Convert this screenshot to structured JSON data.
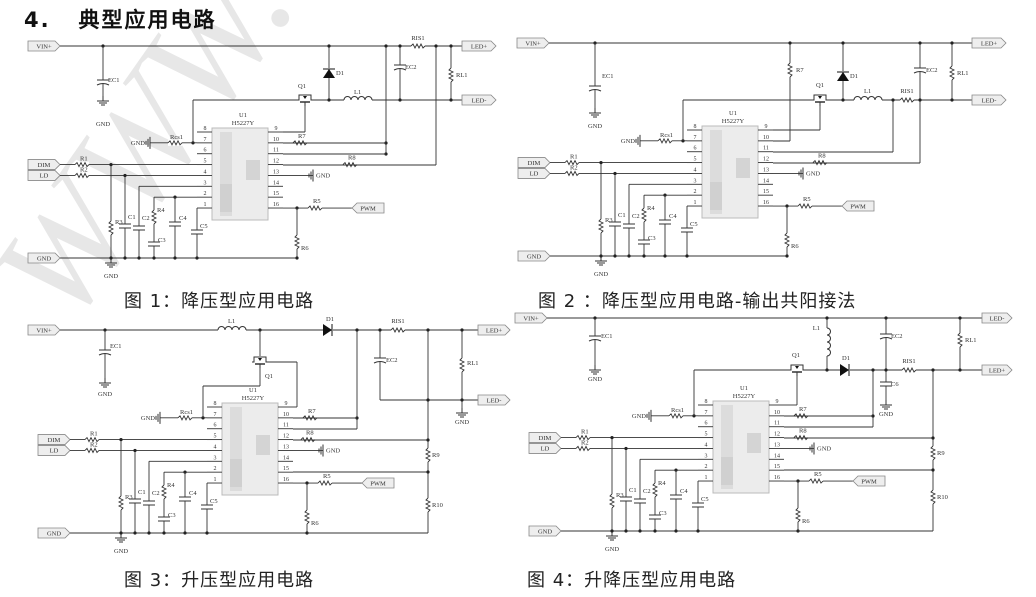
{
  "title": "4.   典型应用电路",
  "watermark": "WWW.lrxc",
  "figures": [
    {
      "caption": "图 1：降压型应用电路"
    },
    {
      "caption": "图 2 ：降压型应用电路-输出共阳接法"
    },
    {
      "caption": "图 3：升压型应用电路"
    },
    {
      "caption": "图 4：升降压型应用电路"
    }
  ],
  "labels": {
    "vin": "VIN+",
    "led_pos": "LED+",
    "led_neg": "LED-",
    "gnd": "GND",
    "dim": "DIM",
    "ld": "LD",
    "pwm": "PWM",
    "u1": "U1",
    "ic": "H5227Y",
    "ec1": "EC1",
    "ec2": "EC2",
    "d1": "D1",
    "q1": "Q1",
    "l1": "L1",
    "ris1": "RIS1",
    "rl1": "RL1",
    "rcs1": "Rcs1",
    "r1": "R1",
    "r2": "R2",
    "r3": "R3",
    "r4": "R4",
    "r5": "R5",
    "r6": "R6",
    "r7": "R7",
    "r8": "R8",
    "r9": "R9",
    "r10": "R10",
    "c1": "C1",
    "c2": "C2",
    "c3": "C3",
    "c4": "C4",
    "c5": "C5",
    "c6": "C6"
  },
  "pins": [
    "1",
    "2",
    "3",
    "4",
    "5",
    "6",
    "7",
    "8",
    "9",
    "10",
    "11",
    "12",
    "13",
    "14",
    "15",
    "16"
  ]
}
